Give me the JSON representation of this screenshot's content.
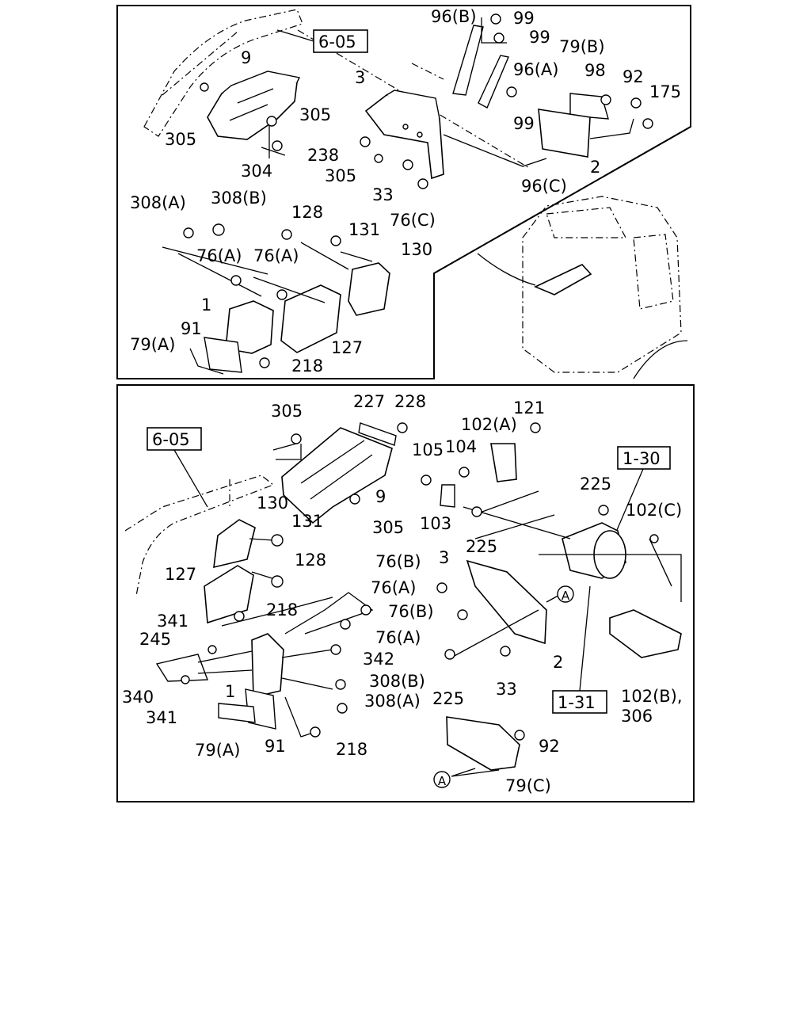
{
  "top_panel": {
    "refs": [
      "6-05"
    ],
    "labels": [
      {
        "id": "t9",
        "text": "9"
      },
      {
        "id": "t305a",
        "text": "305"
      },
      {
        "id": "t305b",
        "text": "305"
      },
      {
        "id": "t304",
        "text": "304"
      },
      {
        "id": "t3",
        "text": "3"
      },
      {
        "id": "t238",
        "text": "238"
      },
      {
        "id": "t305c",
        "text": "305"
      },
      {
        "id": "t33",
        "text": "33"
      },
      {
        "id": "t76c",
        "text": "76(C)"
      },
      {
        "id": "t96b",
        "text": "96(B)"
      },
      {
        "id": "t99a",
        "text": "99"
      },
      {
        "id": "t99b",
        "text": "99"
      },
      {
        "id": "t96a",
        "text": "96(A)"
      },
      {
        "id": "t99c",
        "text": "99"
      },
      {
        "id": "t79b",
        "text": "79(B)"
      },
      {
        "id": "t98",
        "text": "98"
      },
      {
        "id": "t92",
        "text": "92"
      },
      {
        "id": "t175",
        "text": "175"
      },
      {
        "id": "t2",
        "text": "2"
      },
      {
        "id": "t96c",
        "text": "96(C)"
      },
      {
        "id": "t308a",
        "text": "308(A)"
      },
      {
        "id": "t308b",
        "text": "308(B)"
      },
      {
        "id": "t128",
        "text": "128"
      },
      {
        "id": "t131",
        "text": "131"
      },
      {
        "id": "t130",
        "text": "130"
      },
      {
        "id": "t76a1",
        "text": "76(A)"
      },
      {
        "id": "t76a2",
        "text": "76(A)"
      },
      {
        "id": "t1",
        "text": "1"
      },
      {
        "id": "t91",
        "text": "91"
      },
      {
        "id": "t79a",
        "text": "79(A)"
      },
      {
        "id": "t127",
        "text": "127"
      },
      {
        "id": "t218",
        "text": "218"
      }
    ]
  },
  "bottom_panel": {
    "refs": [
      "6-05",
      "1-30",
      "1-31"
    ],
    "markers": [
      "A",
      "A"
    ],
    "labels": [
      {
        "id": "b305a",
        "text": "305"
      },
      {
        "id": "b227",
        "text": "227"
      },
      {
        "id": "b228",
        "text": "228"
      },
      {
        "id": "b9",
        "text": "9"
      },
      {
        "id": "b305b",
        "text": "305"
      },
      {
        "id": "b130",
        "text": "130"
      },
      {
        "id": "b131",
        "text": "131"
      },
      {
        "id": "b127",
        "text": "127"
      },
      {
        "id": "b128",
        "text": "128"
      },
      {
        "id": "b341a",
        "text": "341"
      },
      {
        "id": "b218a",
        "text": "218"
      },
      {
        "id": "b245",
        "text": "245"
      },
      {
        "id": "b340",
        "text": "340"
      },
      {
        "id": "b341b",
        "text": "341"
      },
      {
        "id": "b1",
        "text": "1"
      },
      {
        "id": "b79a",
        "text": "79(A)"
      },
      {
        "id": "b91",
        "text": "91"
      },
      {
        "id": "b218b",
        "text": "218"
      },
      {
        "id": "b342",
        "text": "342"
      },
      {
        "id": "b308b",
        "text": "308(B)"
      },
      {
        "id": "b308a",
        "text": "308(A)"
      },
      {
        "id": "b76a1",
        "text": "76(A)"
      },
      {
        "id": "b76a2",
        "text": "76(A)"
      },
      {
        "id": "b76b1",
        "text": "76(B)"
      },
      {
        "id": "b76b2",
        "text": "76(B)"
      },
      {
        "id": "b3",
        "text": "3"
      },
      {
        "id": "b105",
        "text": "105"
      },
      {
        "id": "b104",
        "text": "104"
      },
      {
        "id": "b102a",
        "text": "102(A)"
      },
      {
        "id": "b121",
        "text": "121"
      },
      {
        "id": "b103",
        "text": "103"
      },
      {
        "id": "b225a",
        "text": "225"
      },
      {
        "id": "b225b",
        "text": "225"
      },
      {
        "id": "b225c",
        "text": "225"
      },
      {
        "id": "b102c",
        "text": "102(C)"
      },
      {
        "id": "b2",
        "text": "2"
      },
      {
        "id": "b33",
        "text": "33"
      },
      {
        "id": "b102b",
        "text": "102(B),"
      },
      {
        "id": "b306",
        "text": "306"
      },
      {
        "id": "b92",
        "text": "92"
      },
      {
        "id": "b79c",
        "text": "79(C)"
      }
    ]
  }
}
